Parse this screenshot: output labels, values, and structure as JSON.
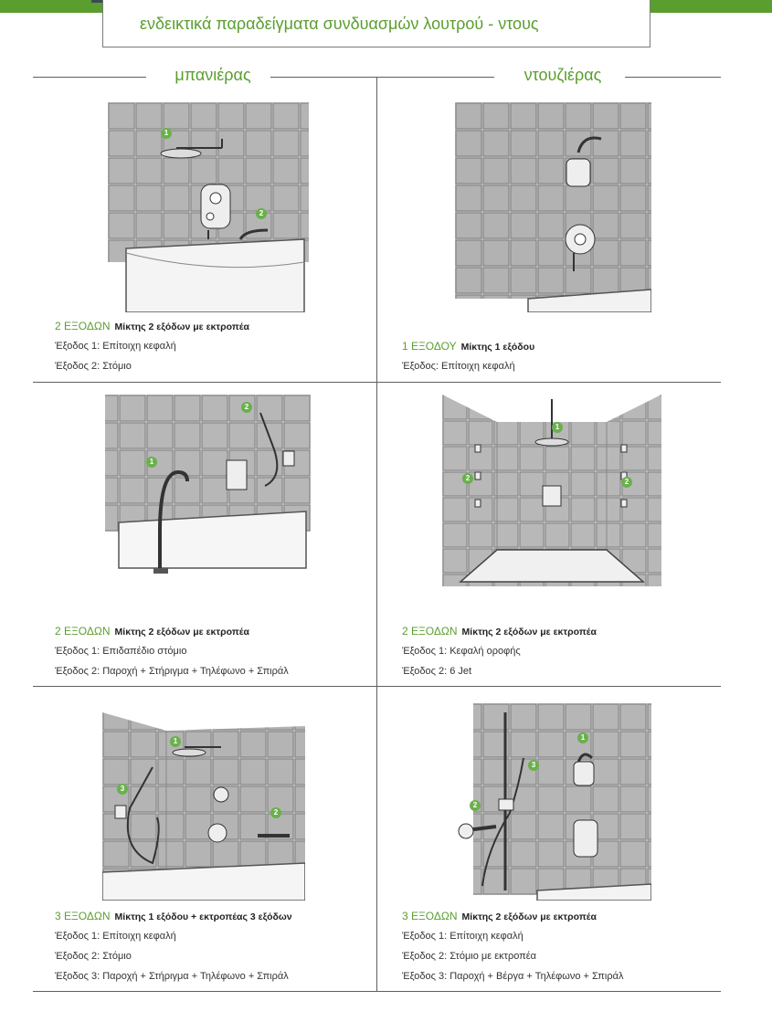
{
  "header": {
    "title": "ενδεικτικά παραδείγματα συνδυασμών λουτρού - ντους",
    "accent_color": "#5a9e2f"
  },
  "columns": {
    "left": "μπανιέρας",
    "right": "ντουζιέρας"
  },
  "panels": [
    {
      "count": "2 ΕΞΟΔΩΝ",
      "mixer": "Μίκτης 2 εξόδων με εκτροπέα",
      "outputs": [
        "Έξοδος 1: Επίτοιχη κεφαλή",
        "Έξοδος 2: Στόμιο"
      ],
      "badges": [
        "1",
        "2"
      ]
    },
    {
      "count": "1 ΕΞΟΔΟΥ",
      "mixer": "Μίκτης 1 εξόδου",
      "outputs": [
        "Έξοδος: Επίτοιχη κεφαλή"
      ],
      "badges": []
    },
    {
      "count": "2 ΕΞΟΔΩΝ",
      "mixer": "Μίκτης 2 εξόδων με εκτροπέα",
      "outputs": [
        "Έξοδος 1: Επιδαπέδιο στόμιο",
        "Έξοδος 2: Παροχή + Στήριγμα + Τηλέφωνο + Σπιράλ"
      ],
      "badges": [
        "1",
        "2"
      ]
    },
    {
      "count": "2 ΕΞΟΔΩΝ",
      "mixer": "Μίκτης 2 εξόδων με εκτροπέα",
      "outputs": [
        "Έξοδος 1: Κεφαλή οροφής",
        "Έξοδος 2: 6 Jet"
      ],
      "badges": [
        "1",
        "2",
        "2"
      ]
    },
    {
      "count": "3 ΕΞΟΔΩΝ",
      "mixer": "Μίκτης 1 εξόδου + εκτροπέας 3 εξόδων",
      "outputs": [
        "Έξοδος 1: Επίτοιχη κεφαλή",
        "Έξοδος 2: Στόμιο",
        "Έξοδος 3: Παροχή + Στήριγμα + Τηλέφωνο + Σπιράλ"
      ],
      "badges": [
        "1",
        "2",
        "3"
      ]
    },
    {
      "count": "3 ΕΞΟΔΩΝ",
      "mixer": "Μίκτης 2 εξόδων με εκτροπέα",
      "outputs": [
        "Έξοδος 1: Επίτοιχη κεφαλή",
        "Έξοδος 2: Στόμιο με εκτροπέα",
        "Έξοδος 3: Παροχή + Βέργα + Τηλέφωνο + Σπιράλ"
      ],
      "badges": [
        "1",
        "3",
        "2"
      ]
    }
  ]
}
